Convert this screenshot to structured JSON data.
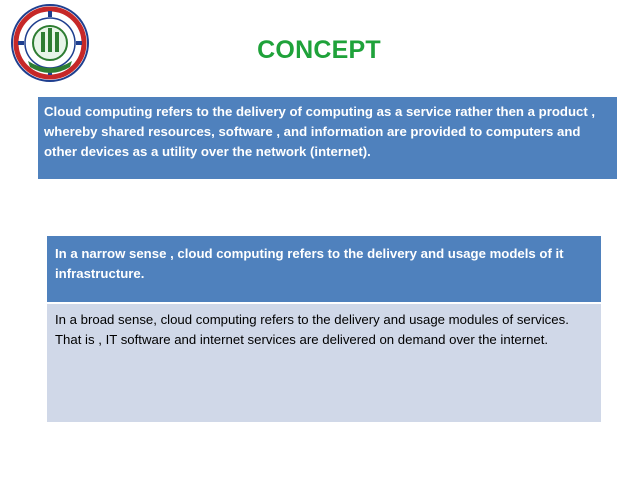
{
  "slide": {
    "title": "CONCEPT",
    "intro": "Cloud computing refers to the delivery of computing as a service rather then a product , whereby shared resources, software , and information are provided to computers and other devices as a utility over the network (internet).",
    "table": {
      "header": "In a narrow sense , cloud computing refers to the delivery and usage models of it infrastructure.",
      "body": [
        "In a broad sense, cloud computing refers to the delivery and usage modules of services.",
        "That is , IT software and internet services are delivered on demand over the internet."
      ]
    }
  },
  "colors": {
    "title": "#1fa23a",
    "box_blue": "#4f81bd",
    "box_light": "#d0d8e8"
  },
  "logo": {
    "icon": "institute-seal-icon"
  }
}
